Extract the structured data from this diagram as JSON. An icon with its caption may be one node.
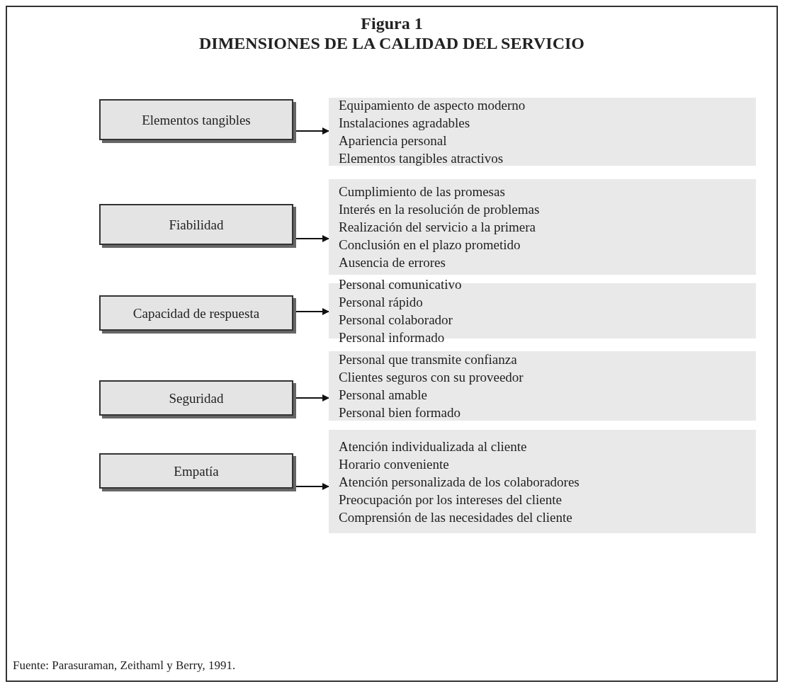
{
  "diagram": {
    "title": "DIMENSIONES DE LA CALIDAD DEL SERVICIO",
    "caption": "Fuente: Parasuraman, Zeithaml y Berry, 1991.",
    "labels": [
      "Figura 1"
    ],
    "nodes": [
      {
        "text": [
          "Elementos tangibles"
        ]
      },
      {
        "text": [
          "Equipamiento de aspecto moderno",
          "Instalaciones agradables",
          "Apariencia personal",
          "Elementos tangibles atractivos"
        ]
      },
      {
        "text": [
          "Fiabilidad"
        ]
      },
      {
        "text": [
          "Cumplimiento de las promesas",
          "Interés en la resolución de problemas",
          "Realización del servicio a la primera",
          "Conclusión en el plazo prometido",
          "Ausencia de errores"
        ]
      },
      {
        "text": [
          "Capacidad de respuesta"
        ]
      },
      {
        "text": [
          "Personal comunicativo",
          "Personal rápido",
          "Personal colaborador",
          "Personal informado"
        ]
      },
      {
        "text": [
          "Seguridad"
        ]
      },
      {
        "text": [
          "Personal que transmite confianza",
          "Clientes seguros con su proveedor",
          "Personal amable",
          "Personal bien formado"
        ]
      },
      {
        "text": [
          "Empatía"
        ]
      },
      {
        "text": [
          "Atención individualizada al cliente",
          "Horario conveniente",
          "Atención personalizada de los colaboradores",
          "Preocupación por los intereses del cliente",
          "Comprensión de las necesidades del cliente"
        ]
      }
    ],
    "edges": [
      {
        "from": 0,
        "to": 1,
        "arrow": "to"
      },
      {
        "from": 2,
        "to": 3,
        "arrow": "to"
      },
      {
        "from": 4,
        "to": 5,
        "arrow": "to"
      },
      {
        "from": 6,
        "to": 7,
        "arrow": "to"
      },
      {
        "from": 8,
        "to": 9,
        "arrow": "to"
      }
    ]
  }
}
